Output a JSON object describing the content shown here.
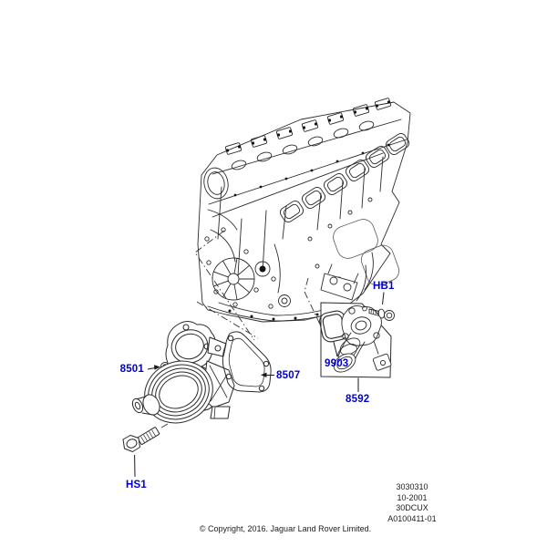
{
  "page": {
    "background_color": "#ffffff",
    "accent_color": "#0000CC",
    "line_color": "#2b2b2b"
  },
  "callouts": {
    "c8501": "8501",
    "c8507": "8507",
    "c9903": "9903",
    "c8592": "8592",
    "hb1": "HB1",
    "hs1": "HS1"
  },
  "reference": {
    "lines": [
      "3030310",
      "10-2001",
      "30DCUX",
      "A0100411-01"
    ]
  },
  "footer": {
    "copyright": "© Copyright, 2016. Jaguar Land Rover Limited."
  }
}
